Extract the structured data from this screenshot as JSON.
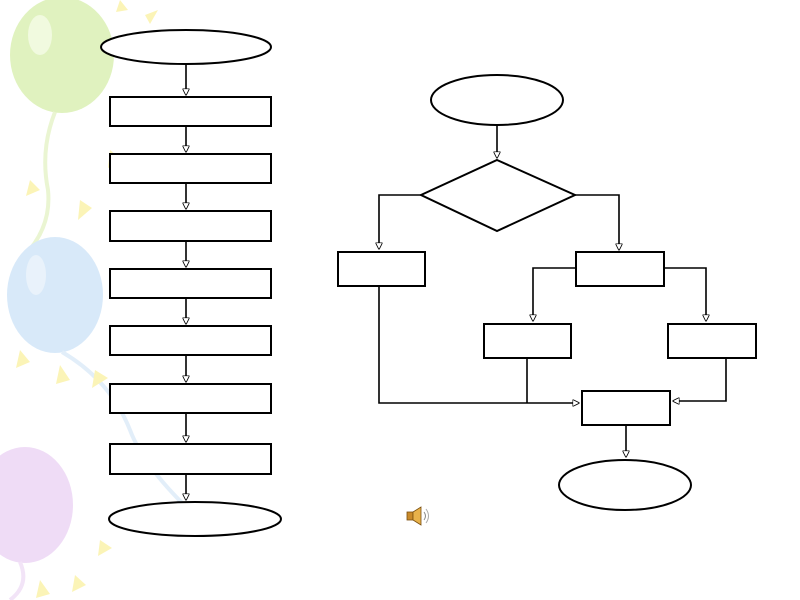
{
  "slide": {
    "theme_colors": {
      "balloon_green": "#d9f0b0",
      "balloon_blue": "#cfe4f8",
      "balloon_purple": "#ecd4f4",
      "confetti_yellow": "#fbf2a6",
      "stroke": "#000000",
      "fill": "#ffffff"
    }
  },
  "sequence_flowchart": {
    "nodes": [
      {
        "id": "start",
        "shape": "terminal",
        "label": ""
      },
      {
        "id": "step-1",
        "shape": "process",
        "label": ""
      },
      {
        "id": "step-2",
        "shape": "process",
        "label": ""
      },
      {
        "id": "step-3",
        "shape": "process",
        "label": ""
      },
      {
        "id": "step-4",
        "shape": "process",
        "label": ""
      },
      {
        "id": "step-5",
        "shape": "process",
        "label": ""
      },
      {
        "id": "step-6",
        "shape": "process",
        "label": ""
      },
      {
        "id": "step-7",
        "shape": "process",
        "label": ""
      },
      {
        "id": "end",
        "shape": "terminal",
        "label": ""
      }
    ]
  },
  "branch_flowchart": {
    "nodes": [
      {
        "id": "start",
        "shape": "terminal",
        "label": ""
      },
      {
        "id": "decision",
        "shape": "decision",
        "label": ""
      },
      {
        "id": "left-process",
        "shape": "process",
        "label": ""
      },
      {
        "id": "right-process",
        "shape": "process",
        "label": ""
      },
      {
        "id": "sub-left-process",
        "shape": "process",
        "label": ""
      },
      {
        "id": "sub-right-process",
        "shape": "process",
        "label": ""
      },
      {
        "id": "merge-process",
        "shape": "process",
        "label": ""
      },
      {
        "id": "end",
        "shape": "terminal",
        "label": ""
      }
    ]
  },
  "audio": {
    "icon": "speaker-icon"
  }
}
